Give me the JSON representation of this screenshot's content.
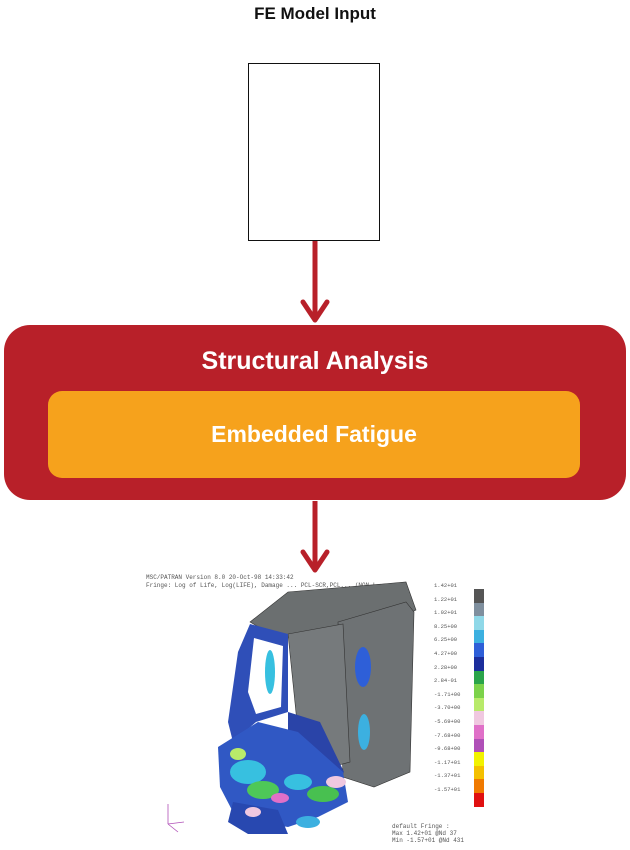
{
  "diagram": {
    "title": "FE Model Input",
    "outer_label": "Structural Analysis",
    "inner_label": "Embedded Fatigue",
    "colors": {
      "arrow": "#b82029",
      "outer_box": "#b82029",
      "inner_box": "#f6a21c",
      "text_on_box": "#ffffff"
    }
  },
  "result_image": {
    "header_line1": "MSC/PATRAN Version 8.0 20-Oct-98 14:33:42",
    "header_line2": "Fringe: Log of Life, Log(LIFE), Damage ... PCL-SCR,PCL... (NON-L",
    "colorbar_labels": [
      "1.42+01",
      "1.22+01",
      "1.02+01",
      "8.25+00",
      "6.25+00",
      "4.27+00",
      "2.28+00",
      "2.84-01",
      "-1.71+00",
      "-3.70+00",
      "-5.69+00",
      "-7.68+00",
      "-9.68+00",
      "-1.17+01",
      "-1.37+01",
      "-1.57+01"
    ],
    "colorbar_colors": [
      "#555555",
      "#7f8f9e",
      "#8fd8e8",
      "#3cb0e0",
      "#2e5fd8",
      "#1c2e9c",
      "#2aa44a",
      "#7cd24a",
      "#b8ea6a",
      "#f0c8e0",
      "#e070c8",
      "#b050b8",
      "#f2f200",
      "#f4c000",
      "#f07a00",
      "#e01010"
    ],
    "footer_line1": "default Fringe :",
    "footer_line2": "Max 1.42+01 @Nd 37",
    "footer_line3": "Min -1.57+01 @Nd 431"
  }
}
